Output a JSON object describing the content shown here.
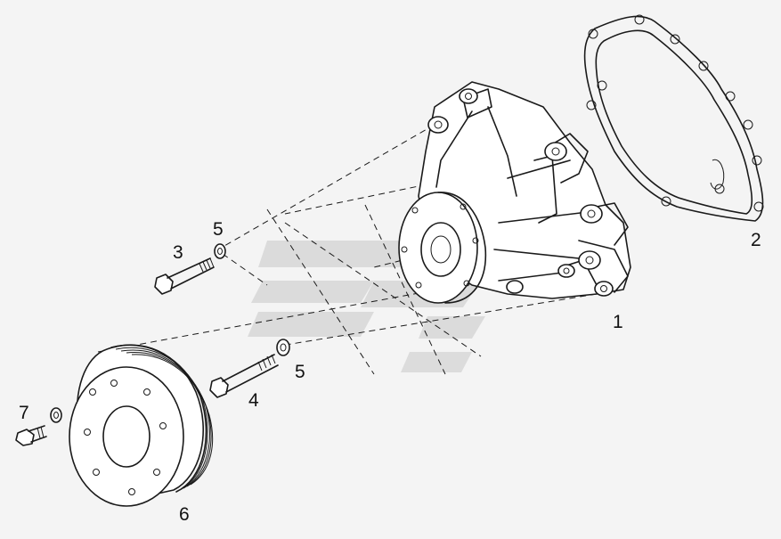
{
  "callouts": {
    "water_pump": "1",
    "gasket": "2",
    "bolt_upper": "3",
    "bolt_lower": "4",
    "washer_upper": "5",
    "washer_lower": "5",
    "pulley": "6",
    "bolt_pulley": "7"
  },
  "colors": {
    "line": "#1a1a1a",
    "background": "#f4f4f4",
    "watermark": "#c8c8c8"
  }
}
